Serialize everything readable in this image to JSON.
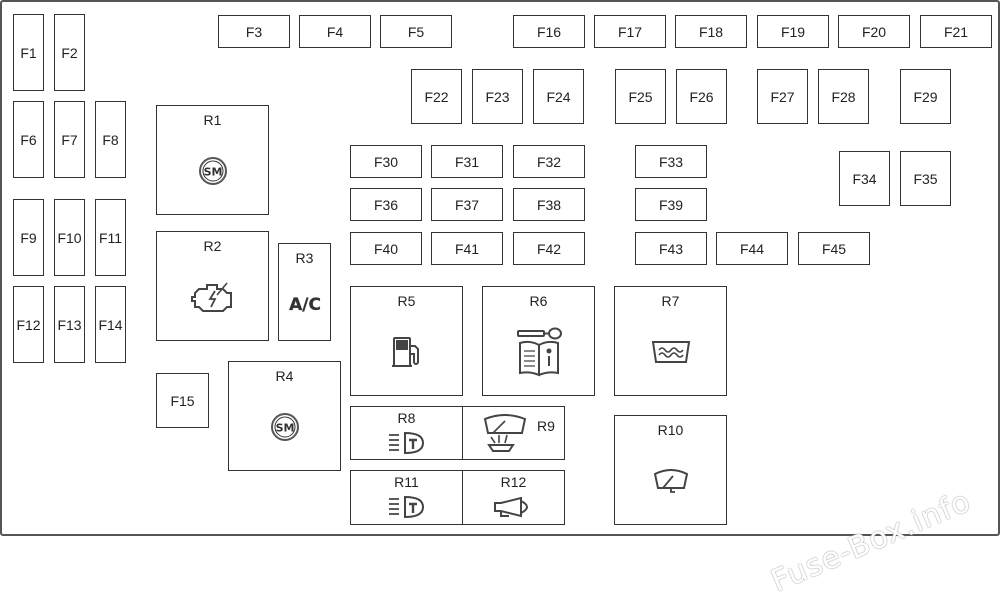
{
  "fuses": [
    "F1",
    "F2",
    "F3",
    "F4",
    "F5",
    "F6",
    "F7",
    "F8",
    "F9",
    "F10",
    "F11",
    "F12",
    "F13",
    "F14",
    "F15",
    "F16",
    "F17",
    "F18",
    "F19",
    "F20",
    "F21",
    "F22",
    "F23",
    "F24",
    "F25",
    "F26",
    "F27",
    "F28",
    "F29",
    "F30",
    "F31",
    "F32",
    "F33",
    "F34",
    "F35",
    "F36",
    "F37",
    "F38",
    "F39",
    "F40",
    "F41",
    "F42",
    "F43",
    "F44",
    "F45"
  ],
  "relays": [
    {
      "id": "R1",
      "icon": "start-motor-icon"
    },
    {
      "id": "R2",
      "icon": "engine-icon"
    },
    {
      "id": "R3",
      "icon": "ac-icon",
      "icon_text": "A/C"
    },
    {
      "id": "R4",
      "icon": "start-motor-icon"
    },
    {
      "id": "R5",
      "icon": "fuel-pump-icon"
    },
    {
      "id": "R6",
      "icon": "key-manual-icon"
    },
    {
      "id": "R7",
      "icon": "rear-defrost-icon"
    },
    {
      "id": "R8",
      "icon": "fog-light-icon"
    },
    {
      "id": "R9",
      "icon": "washer-icon"
    },
    {
      "id": "R10",
      "icon": "wiper-icon"
    },
    {
      "id": "R11",
      "icon": "fog-light-icon"
    },
    {
      "id": "R12",
      "icon": "horn-icon"
    }
  ],
  "sm_text": "SM",
  "watermark": "Fuse-Box.info"
}
